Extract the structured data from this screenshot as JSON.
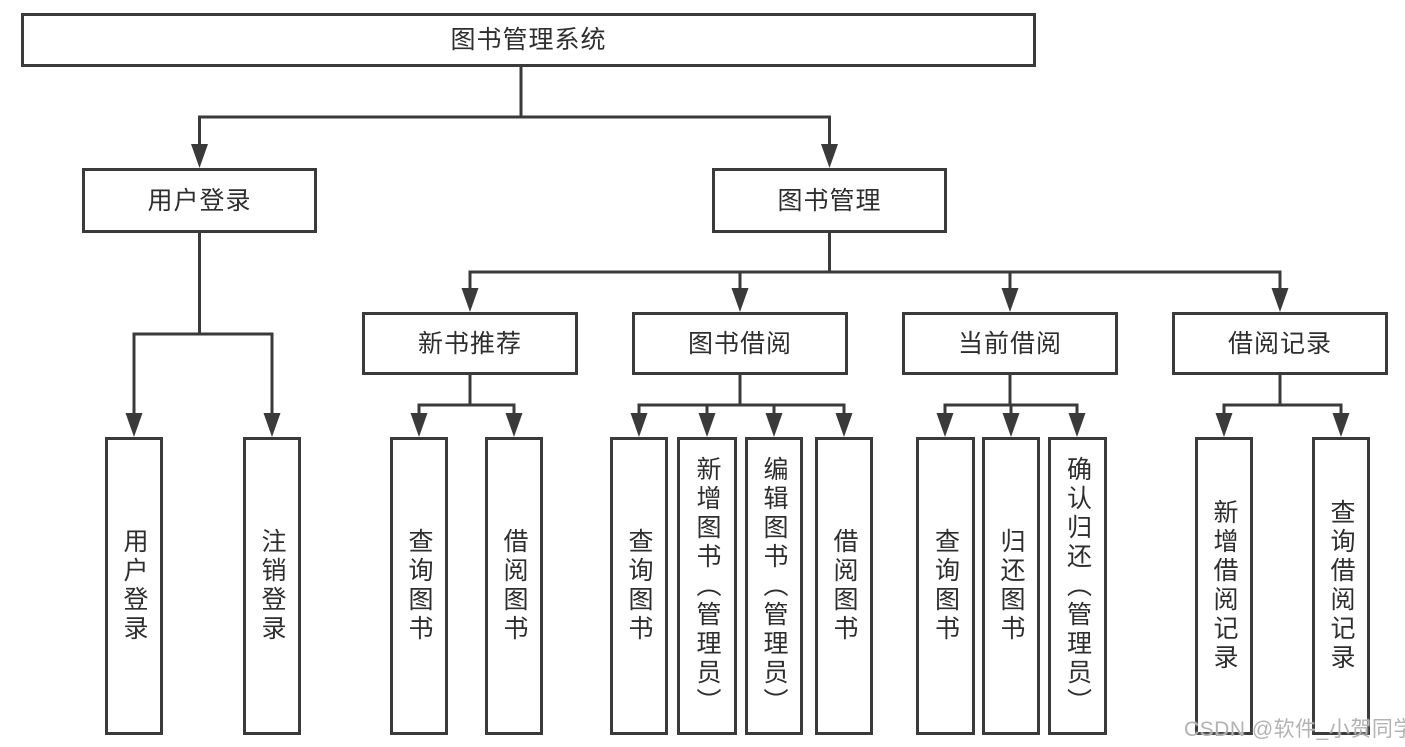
{
  "colors": {
    "line": "#3a3a3a",
    "text": "#2e2e2e",
    "watermark": "#b3b3b3",
    "background": "#ffffff"
  },
  "diagram": {
    "root": {
      "label": "图书管理系统",
      "children": [
        {
          "label": "用户登录",
          "children": [
            {
              "label": "用户登录"
            },
            {
              "label": "注销登录"
            }
          ]
        },
        {
          "label": "图书管理",
          "children": [
            {
              "label": "新书推荐",
              "children": [
                {
                  "label": "查询图书"
                },
                {
                  "label": "借阅图书"
                }
              ]
            },
            {
              "label": "图书借阅",
              "children": [
                {
                  "label": "查询图书"
                },
                {
                  "label": "新增图书（管理员）"
                },
                {
                  "label": "编辑图书（管理员）"
                },
                {
                  "label": "借阅图书"
                }
              ]
            },
            {
              "label": "当前借阅",
              "children": [
                {
                  "label": "查询图书"
                },
                {
                  "label": "归还图书"
                },
                {
                  "label": "确认归还（管理员）"
                }
              ]
            },
            {
              "label": "借阅记录",
              "children": [
                {
                  "label": "新增借阅记录"
                },
                {
                  "label": "查询借阅记录"
                }
              ]
            }
          ]
        }
      ]
    },
    "watermark": "CSDN @软件_小贺同学"
  }
}
